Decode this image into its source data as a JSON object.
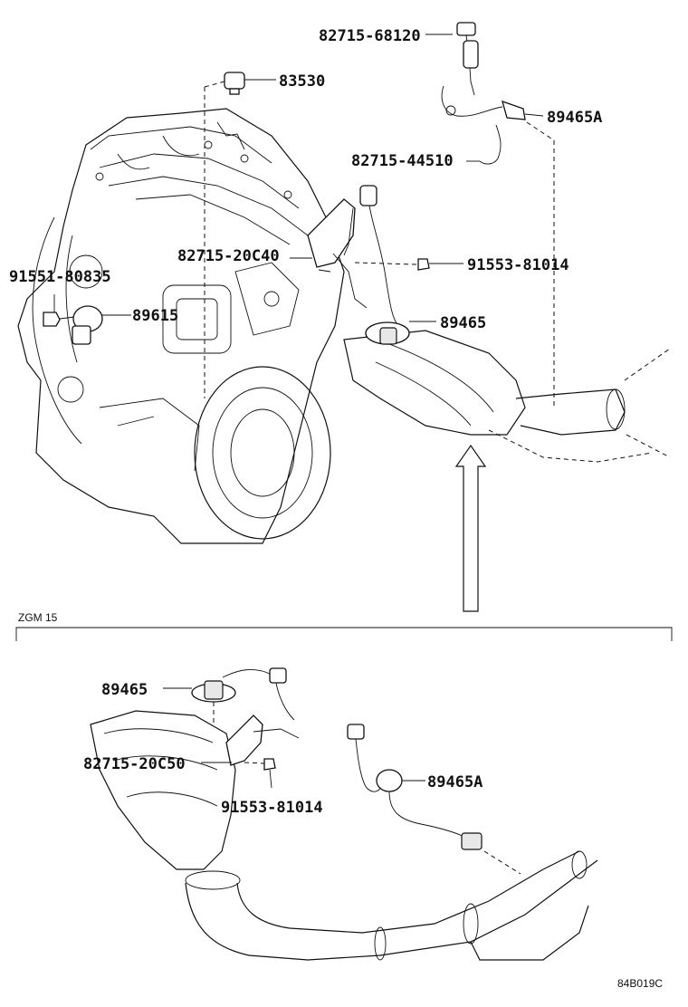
{
  "upper_labels": {
    "p_82715_68120": "82715-68120",
    "p_83530": "83530",
    "p_89465A_top": "89465A",
    "p_82715_44510": "82715-44510",
    "p_82715_20C40": "82715-20C40",
    "p_91553_81014_top": "91553-81014",
    "p_91551_80835": "91551-80835",
    "p_89615": "89615",
    "p_89465_top": "89465"
  },
  "section": {
    "label": "ZGM 15"
  },
  "lower_labels": {
    "p_89465_bottom": "89465",
    "p_82715_20C50": "82715-20C50",
    "p_91553_81014_bottom": "91553-81014",
    "p_89465A_bottom": "89465A"
  },
  "diagram_code": "84B019C"
}
